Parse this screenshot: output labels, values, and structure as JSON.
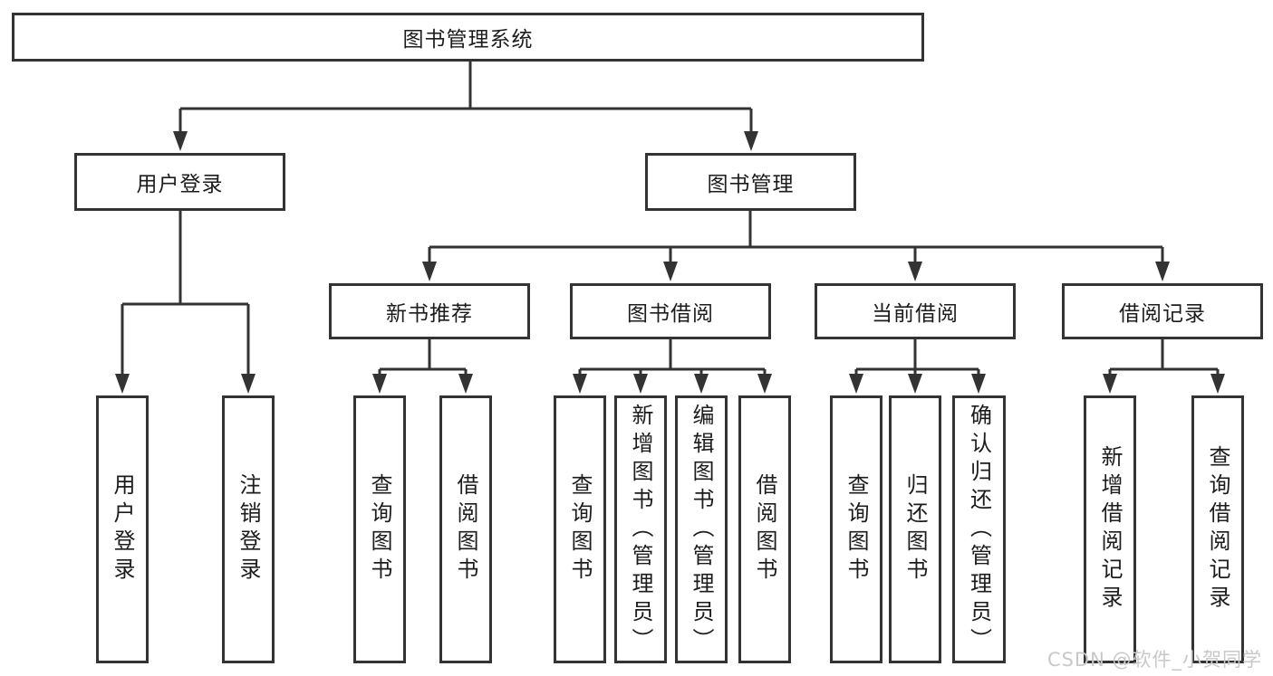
{
  "diagram": {
    "root": "图书管理系统",
    "level2": [
      "用户登录",
      "图书管理"
    ],
    "level3": [
      "新书推荐",
      "图书借阅",
      "当前借阅",
      "借阅记录"
    ],
    "leaves_user_login": [
      "用户登录",
      "注销登录"
    ],
    "leaves_new_book": [
      "查询图书",
      "借阅图书"
    ],
    "leaves_book_borrow": [
      "查询图书",
      "新增图书（管理员）",
      "编辑图书（管理员）",
      "借阅图书"
    ],
    "leaves_current_borrow": [
      "查询图书",
      "归还图书",
      "确认归还（管理员）"
    ],
    "leaves_borrow_record": [
      "新增借阅记录",
      "查询借阅记录"
    ]
  },
  "watermark": "CSDN @软件_小贺同学",
  "colors": {
    "line": "#333333",
    "text": "#1c1c1c",
    "background": "#ffffff",
    "watermark": "#c8c8c8"
  }
}
